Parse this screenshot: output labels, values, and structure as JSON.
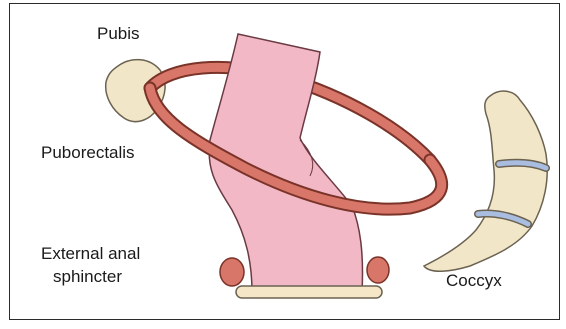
{
  "labels": {
    "pubis": "Pubis",
    "puborectalis": "Puborectalis",
    "external_anal_sphincter_line1": "External anal",
    "external_anal_sphincter_line2": "sphincter",
    "coccyx": "Coccyx"
  },
  "colors": {
    "rectum_fill": "#f2b8c6",
    "rectum_stroke": "#6a3a42",
    "sling_fill": "#d9766a",
    "sling_stroke": "#7a3328",
    "bone_fill": "#f1e7c8",
    "bone_stroke": "#6b6251",
    "coccyx_band": "#a9bde0",
    "frame": "#2b2b2b"
  }
}
